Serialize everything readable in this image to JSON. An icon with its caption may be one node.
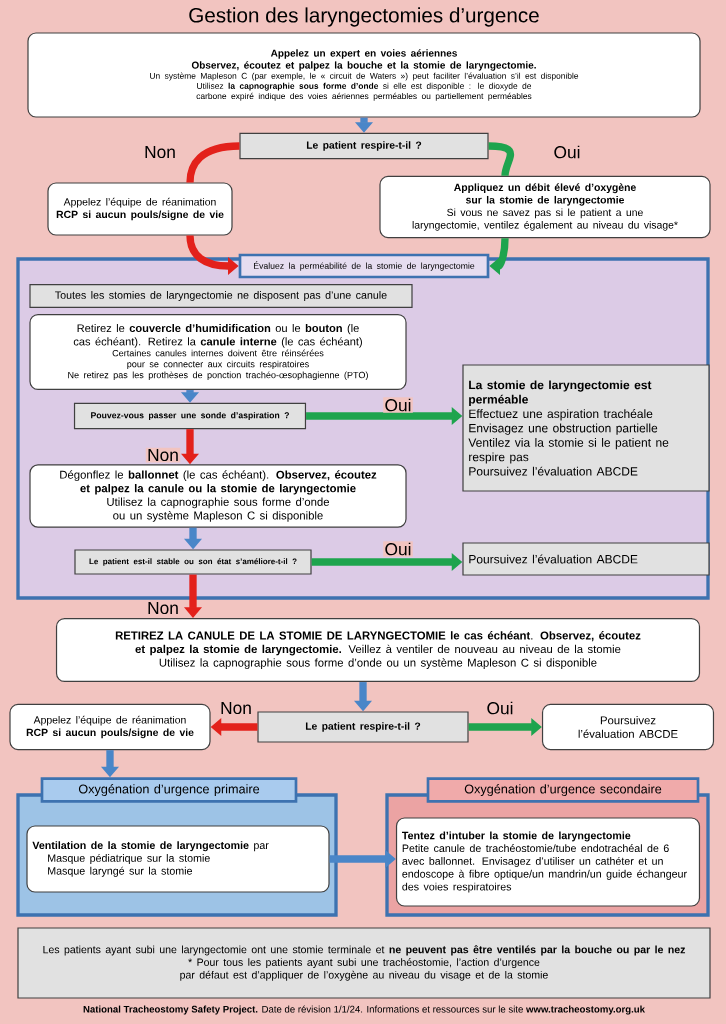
{
  "diagram": {
    "title": "Gestion des laryngectomies d’urgence",
    "nodes": [
      {
        "text": [
          "Appelez un expert en voies aériennes",
          "Observez, écoutez et palpez la bouche et la stomie de laryngectomie.",
          "Un système Mapleson C (par exemple, le « circuit de Waters ») peut faciliter l’évaluation s’il est disponible",
          "Utilisez **la capnographie sous forme d’onde** si elle est disponible : le dioxyde de carbone expiré indique des voies aériennes perméables ou partiellement perméables"
        ]
      },
      {
        "text": [
          "Le patient respire-t-il ?"
        ]
      },
      {
        "text": [
          "Appelez l’équipe de réanimation",
          "RCP si aucun pouls/signe de vie"
        ]
      },
      {
        "text": [
          "Appliquez un débit élevé d’oxygène sur la stomie de laryngectomie",
          "Si vous ne savez pas si le patient a une laryngectomie, ventilez également au niveau du visage*"
        ]
      },
      {
        "text": [
          "Évaluez la perméabilité de la stomie de laryngectomie"
        ]
      },
      {
        "text": [
          "Toutes les stomies de laryngectomie ne disposent pas d’une canule"
        ],
        "in": 4
      },
      {
        "text": [
          "Retirez le **couvercle d’humidification** ou le **bouton** (le cas échéant). Retirez la **canule interne** (le cas échéant)",
          "Certaines canules internes doivent être réinsérées pour se connecter aux circuits respiratoires",
          "Ne retirez pas les prothèses de ponction trachéo-œsophagienne (PTO)"
        ],
        "in": 4
      },
      {
        "text": [
          "Pouvez-vous passer une sonde d’aspiration ?"
        ],
        "in": 4
      },
      {
        "text": [
          "La stomie de laryngectomie est perméable",
          "Effectuez une aspiration trachéale",
          "Envisagez une obstruction partielle",
          "Ventilez via la stomie si le patient ne respire pas",
          "Poursuivez l’évaluation ABCDE"
        ],
        "in": 4
      },
      {
        "text": [
          "Dégonflez le **ballonnet** (le cas échéant). **Observez, écoutez et palpez la canule ou la stomie de laryngectomie**",
          "Utilisez la capnographie sous forme d’onde ou un système Mapleson C si disponible"
        ],
        "in": 4
      },
      {
        "text": [
          "Le patient est-il stable ou son état s’améliore-t-il ?"
        ],
        "in": 4
      },
      {
        "text": [
          "Poursuivez l’évaluation ABCDE"
        ],
        "in": 4
      },
      {
        "text": [
          "**RETIREZ LA CANULE DE LA STOMIE DE LARYNGECTOMIE le cas échéant**. **Observez, écoutez et palpez la stomie de laryngectomie.** Veillez à ventiler de nouveau au niveau de la stomie",
          "Utilisez la capnographie sous forme d’onde ou un système Mapleson C si disponible"
        ]
      },
      {
        "text": [
          "Le patient respire-t-il ?"
        ]
      },
      {
        "text": [
          "Appelez l’équipe de réanimation",
          "RCP si aucun pouls/signe de vie"
        ]
      },
      {
        "text": [
          "Poursuivez l’évaluation ABCDE"
        ]
      },
      {
        "text": [
          "Oxygénation d’urgence primaire"
        ]
      },
      {
        "text": [
          "**Ventilation de la stomie de laryngectomie** par",
          "Masque pédiatrique sur la stomie",
          "Masque laryngé sur la stomie"
        ],
        "in": 16
      },
      {
        "text": [
          "Oxygénation d’urgence secondaire"
        ]
      },
      {
        "text": [
          "Tentez d’intuber la stomie de laryngectomie",
          "Petite canule de trachéostomie/tube endotrachéal de 6 avec ballonnet. Envisagez d’utiliser un cathéter et un endoscope à fibre optique/un mandrin/un guide échangeur des voies respiratoires"
        ],
        "in": 18
      },
      {
        "text": [
          "Les patients ayant subi une laryngectomie ont une stomie terminale et **ne peuvent pas être ventilés par la bouche ou par le nez**",
          "* Pour tous les patients ayant subi une trachéostomie, l’action d’urgence par défaut est d’appliquer de l’oxygène au niveau du visage et de la stomie"
        ]
      }
    ],
    "edges": [
      {
        "from": 0,
        "to": 1,
        "arrow": "to"
      },
      {
        "from": 1,
        "to": 2,
        "arrow": "none",
        "color": "#e3211b",
        "label": "Non"
      },
      {
        "from": 2,
        "to": 4,
        "arrow": "to",
        "color": "#e3211b"
      },
      {
        "from": 1,
        "to": 3,
        "arrow": "none",
        "color": "#1ea44e",
        "label": "Oui"
      },
      {
        "from": 3,
        "to": 4,
        "arrow": "to",
        "color": "#1ea44e"
      },
      {
        "from": 6,
        "to": 7,
        "arrow": "to"
      },
      {
        "from": 7,
        "to": 8,
        "arrow": "to",
        "color": "#1ea44e",
        "label": "Oui"
      },
      {
        "from": 7,
        "to": 9,
        "arrow": "to",
        "color": "#e3211b",
        "label": "Non"
      },
      {
        "from": 9,
        "to": 10,
        "arrow": "to"
      },
      {
        "from": 10,
        "to": 11,
        "arrow": "to",
        "color": "#1ea44e",
        "label": "Oui"
      },
      {
        "from": 10,
        "to": 12,
        "arrow": "to",
        "color": "#e3211b",
        "label": "Non"
      },
      {
        "from": 12,
        "to": 13,
        "arrow": "to"
      },
      {
        "from": 13,
        "to": 14,
        "arrow": "to",
        "color": "#e3211b",
        "label": "Non"
      },
      {
        "from": 13,
        "to": 15,
        "arrow": "to",
        "color": "#1ea44e",
        "label": "Oui"
      },
      {
        "from": 14,
        "to": 16,
        "arrow": "to"
      },
      {
        "from": 17,
        "to": 19,
        "arrow": "to"
      }
    ],
    "labels": [
      "**National Tracheostomy Safety Project.** Date de révision 1/1/24. Informations et ressources sur le site **www.tracheostomy.org.uk**"
    ]
  }
}
